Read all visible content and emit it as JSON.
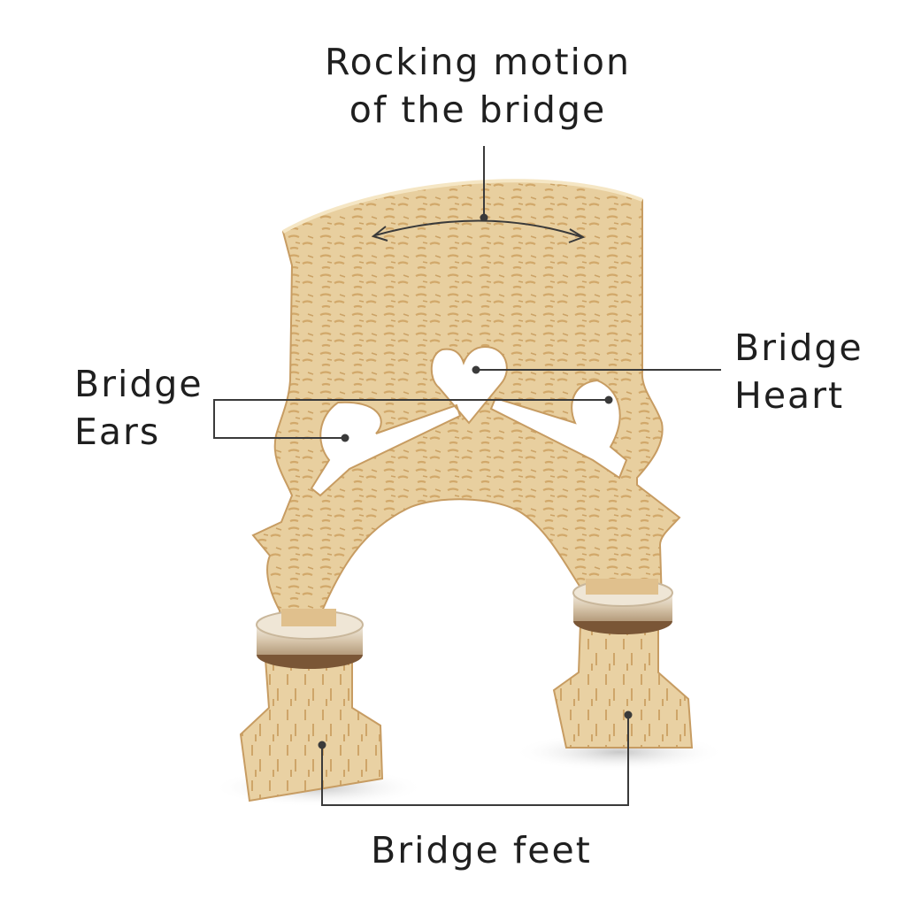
{
  "labels": {
    "rocking": {
      "line1": "Rocking motion",
      "line2": "of the bridge"
    },
    "ears": {
      "line1": "Bridge",
      "line2": "Ears"
    },
    "heart": {
      "line1": "Bridge",
      "line2": "Heart"
    },
    "feet": {
      "line1": "Bridge feet"
    }
  },
  "colors": {
    "wood": "#e6cc9c",
    "wood_grain": "#c89a5a",
    "wood_dark": "#a57640",
    "leader_line": "#3a3a3a",
    "text": "#1f1f1f",
    "background": "#ffffff"
  }
}
